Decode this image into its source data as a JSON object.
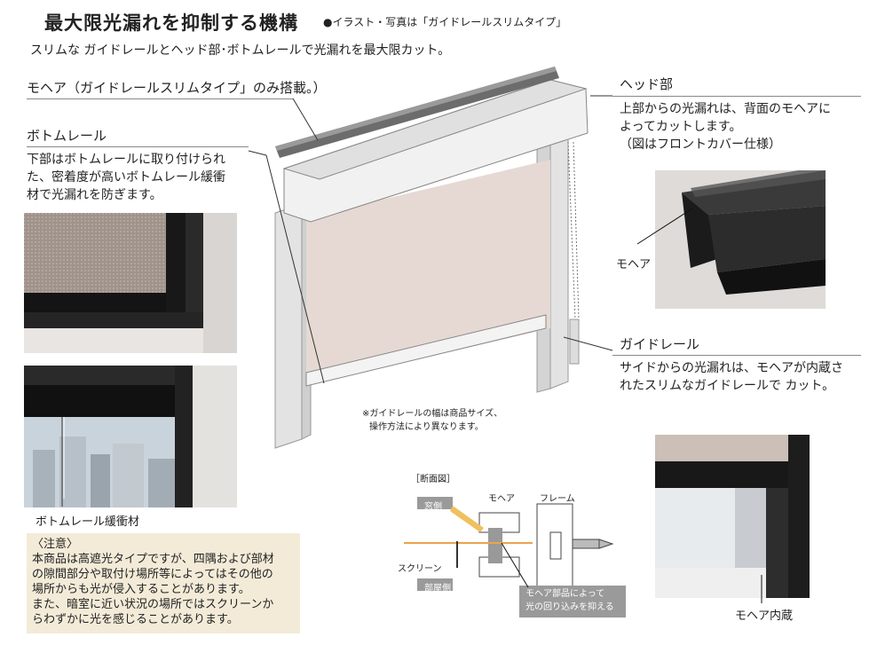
{
  "header": {
    "title": "最大限光漏れを抑制する機構",
    "illustration_note": "●イラスト・写真は「ガイドレールスリムタイプ」",
    "subtitle": "スリムな ガイドレールとヘッド部･ボトムレールで光漏れを最大限カット。"
  },
  "mohair": {
    "label": "モヘア（ガイドレールスリムタイプ」のみ搭載。）"
  },
  "bottom_rail": {
    "label": "ボトムレール",
    "desc_lines": [
      "下部はボトムレールに取り付けられ",
      "た、密着度が高いボトムレール緩衝",
      "材で光漏れを防ぎます。"
    ],
    "cushion_caption": "ボトムレール緩衝材"
  },
  "head": {
    "label": "ヘッド部",
    "desc_lines": [
      "上部からの光漏れは、背面のモヘアに",
      "よってカットします。",
      "（図はフロントカバー仕様）"
    ],
    "mohair_caption": "モヘア"
  },
  "guide_rail": {
    "label": "ガイドレール",
    "desc_lines": [
      "サイドからの光漏れは、モヘアが内蔵さ",
      "れたスリムなガイドレールで カット。"
    ],
    "note_lines": [
      "※ガイドレールの幅は商品サイズ、",
      "操作方法により異なります。"
    ],
    "inner_caption": "モヘア内蔵"
  },
  "section_diagram": {
    "heading": "［断面図］",
    "window_side": "窓側",
    "room_side": "部屋側",
    "mohair": "モヘア",
    "frame": "フレーム",
    "screen": "スクリーン",
    "callout_lines": [
      "モヘア部品によって",
      "光の回り込みを抑える"
    ]
  },
  "caution": {
    "heading": "〈注意〉",
    "lines": [
      "本商品は高遮光タイプですが、四隅および部材",
      "の隙間部分や取付け場所等によってはその他の",
      "場所からも光が侵入することがあります。",
      "また、暗室に近い状況の場所ではスクリーンか",
      "らわずかに光を感じることがあります。"
    ]
  },
  "colors": {
    "note_bg": "#f3ebd8",
    "light_arrow": "#f0c060",
    "frame_dark": "#1e1e1e"
  }
}
